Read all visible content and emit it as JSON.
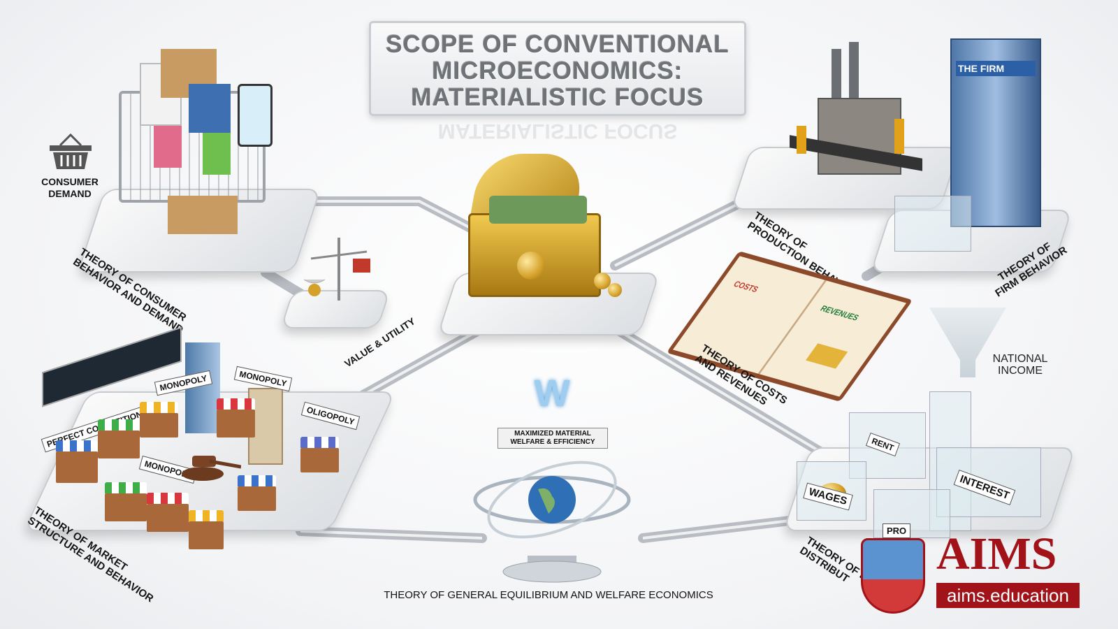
{
  "title": {
    "line1": "SCOPE OF CONVENTIONAL",
    "line2": "MICROECONOMICS:",
    "line3": "MATERIALISTIC FOCUS"
  },
  "consumer": {
    "icon": "shopping-basket-icon",
    "icon_label_1": "CONSUMER",
    "icon_label_2": "DEMAND",
    "theory_1": "THEORY OF CONSUMER",
    "theory_2": "BEHAVIOR AND DEMAND"
  },
  "value": {
    "label": "VALUE & UTILITY"
  },
  "production": {
    "theory_1": "THEORY OF",
    "theory_2": "PRODUCTION BEHAVIOR"
  },
  "firm": {
    "sign": "THE FIRM",
    "theory_1": "THEORY OF",
    "theory_2": "FIRM BEHAVIOR"
  },
  "costs": {
    "costs_tab": "COSTS",
    "revenues_tab": "REVENUES",
    "theory_1": "THEORY OF COSTS",
    "theory_2": "AND REVENUES"
  },
  "distribution": {
    "national_income_1": "NATIONAL",
    "national_income_2": "INCOME",
    "rent": "RENT",
    "wages": "WAGES",
    "interest": "INTEREST",
    "profit": "PRO",
    "theory_1": "THEORY OF I",
    "theory_2": "DISTRIBUT"
  },
  "welfare": {
    "banner_1": "MAXIMIZED MATERIAL",
    "banner_2": "WELFARE & EFFICIENCY",
    "emblem": "W",
    "theory": "THEORY OF GENERAL EQUILIBRIUM AND WELFARE ECONOMICS"
  },
  "market": {
    "perfect": "PERFECT COMPETITION",
    "monopoly_1": "MONOPOLY",
    "monopoly_2": "MONOPOLY",
    "monopoly_3": "MONOPOLY",
    "oligopoly": "OLIGOPOLY",
    "theory_1": "THEORY OF MARKET",
    "theory_2": "STRUCTURE AND BEHAVIOR"
  },
  "logo": {
    "brand": "AIMS",
    "url": "aims.education",
    "color": "#a11319"
  }
}
